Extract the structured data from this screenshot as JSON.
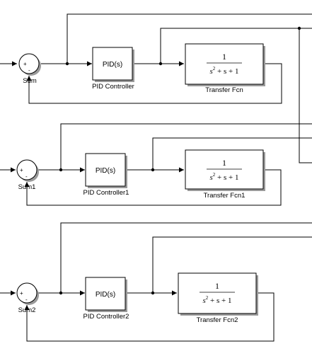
{
  "rows": [
    {
      "sum": {
        "label": "Sum",
        "signs": [
          "+",
          "-"
        ]
      },
      "pid": {
        "label": "PID Controller",
        "text": "PID(s)"
      },
      "tf": {
        "label": "Transfer Fcn",
        "numerator": "1",
        "denominator": [
          "s",
          "2",
          " + s + 1"
        ]
      }
    },
    {
      "sum": {
        "label": "Sum1",
        "signs": [
          "+",
          "-"
        ]
      },
      "pid": {
        "label": "PID Controller1",
        "text": "PID(s)"
      },
      "tf": {
        "label": "Transfer Fcn1",
        "numerator": "1",
        "denominator": [
          "s",
          "2",
          " + s + 1"
        ]
      }
    },
    {
      "sum": {
        "label": "Sum2",
        "signs": [
          "+",
          "-"
        ]
      },
      "pid": {
        "label": "PID Controller2",
        "text": "PID(s)"
      },
      "tf": {
        "label": "Transfer Fcn2",
        "numerator": "1",
        "denominator": [
          "s",
          "2",
          " + s + 1"
        ]
      }
    }
  ]
}
